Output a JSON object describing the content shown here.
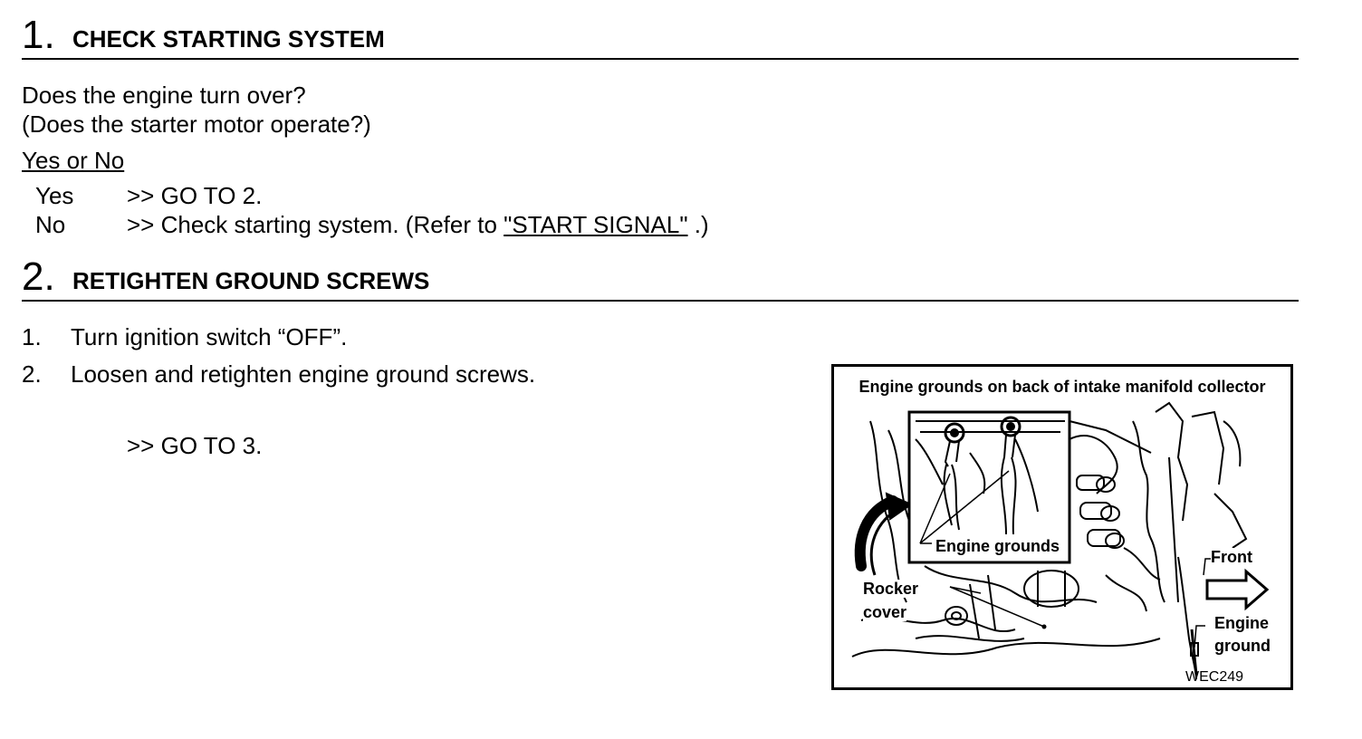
{
  "step1": {
    "number": "1.",
    "title": "CHECK STARTING SYSTEM",
    "question_line1": "Does the engine turn over?",
    "question_line2": "(Does the starter motor operate?)",
    "answer_prompt": "Yes or No",
    "yes_label": "Yes",
    "yes_action": ">> GO TO 2.",
    "no_label": "No",
    "no_action_prefix": ">> Check starting system. (Refer to ",
    "no_action_link": "\"START SIGNAL\"",
    "no_action_suffix": " .)"
  },
  "step2": {
    "number": "2.",
    "title": "RETIGHTEN GROUND SCREWS",
    "items": [
      {
        "num": "1.",
        "text": "Turn ignition switch “OFF”."
      },
      {
        "num": "2.",
        "text": "Loosen and retighten engine ground screws."
      }
    ],
    "next": ">> GO TO 3."
  },
  "figure": {
    "title": "Engine grounds on back of intake manifold collector",
    "label_engine_grounds": "Engine grounds",
    "label_front": "Front",
    "label_rocker_line1": "Rocker",
    "label_rocker_line2": "cover",
    "label_engine_ground_line1": "Engine",
    "label_engine_ground_line2": "ground",
    "code": "WEC249"
  }
}
